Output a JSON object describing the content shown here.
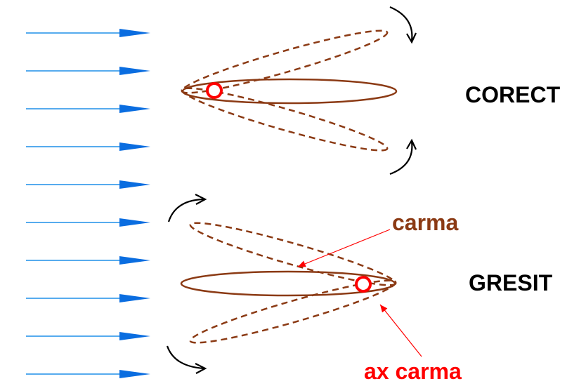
{
  "labels": {
    "correct": "CORECT",
    "wrong": "GRESIT",
    "rudder": "carma",
    "rudder_axis": "ax carma"
  },
  "flow": {
    "arrow_count": 10,
    "description_color": "#1e8fe8"
  },
  "colors": {
    "rudder": "#8b3a14",
    "axis": "#ff0000",
    "rotation_arrow": "#000000",
    "flow_arrow": "#1e8fe8",
    "flow_head": "#0a6de0"
  }
}
